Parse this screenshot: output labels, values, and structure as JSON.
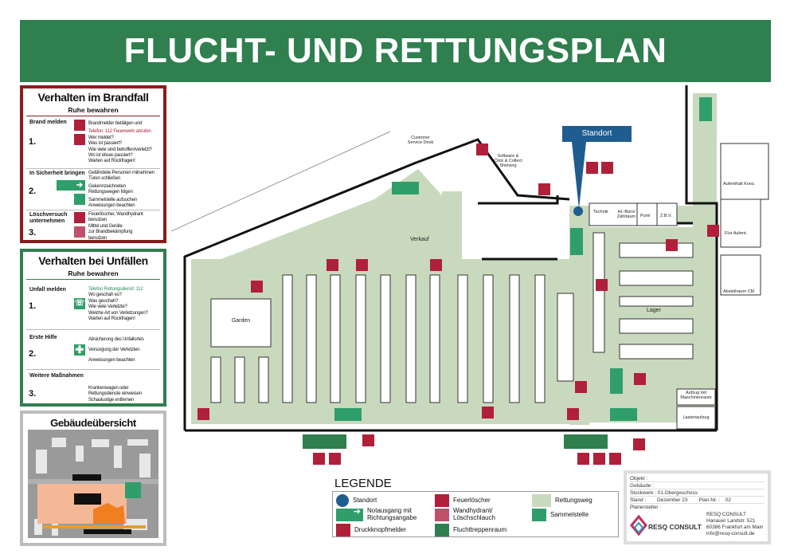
{
  "title": "FLUCHT- UND RETTUNGSPLAN",
  "brandfall": {
    "title": "Verhalten im Brandfall",
    "subtitle": "Ruhe bewahren",
    "sections": [
      {
        "num": "1.",
        "label": "Brand melden",
        "lines": [
          "Brandmelder betätigen und",
          "Telefon: 112 Feuerwehr anrufen",
          "Wer meldet?",
          "Was ist passiert?",
          "Wie viele sind betroffen/verletzt?",
          "Wo ist etwas passiert?",
          "Warten auf Rückfragen!"
        ]
      },
      {
        "num": "2.",
        "label": "In Sicherheit bringen",
        "lines": [
          "Gefährdete Personen mitnehmen",
          "Türen schließen",
          "Gekennzeichneten",
          "Rettungswegen folgen",
          "Sammelstelle aufsuchen",
          "Anweisungen beachten"
        ]
      },
      {
        "num": "3.",
        "label": "Löschversuch unternehmen",
        "lines": [
          "Feuerlöscher, Wandhydrant",
          "benutzen",
          "Mittel und Geräte",
          "zur Brandbekämpfung",
          "benutzen"
        ]
      }
    ]
  },
  "unfall": {
    "title": "Verhalten bei Unfällen",
    "subtitle": "Ruhe bewahren",
    "sections": [
      {
        "num": "1.",
        "label": "Unfall melden",
        "lines": [
          "Telefon Rettungsdienst: 112",
          "Wo geschah es?",
          "Was geschah?",
          "Wie viele Verletzte?",
          "Welche Art von Verletzungen?",
          "Warten auf Rückfragen!"
        ]
      },
      {
        "num": "2.",
        "label": "Erste Hilfe",
        "lines": [
          "Absicherung des Unfallortes",
          "Versorgung der Verletzten",
          "Anweisungen beachten"
        ]
      },
      {
        "num": "3.",
        "label": "Weitere Maßnahmen",
        "lines": [
          "Krankenwagen oder",
          "Rettungsdienste einweisen",
          "Schaulustige entfernen"
        ]
      }
    ]
  },
  "overview": {
    "title": "Gebäudeübersicht"
  },
  "map": {
    "standort": "Standort",
    "labels": {
      "customer_service": "Customer Service Desk",
      "software": "Software & Click & Collect Shelving",
      "verkauf": "Verkauf",
      "garden": "Garden",
      "lager": "Lager",
      "technik": "Technik",
      "hl_buero": "HL-Büro/ Zählraum",
      "pumi": "Pumi",
      "zbv": "Z.B.V.",
      "aufenthalt": "Aufenthalt Konz.",
      "flur": "Flur Aufent.",
      "abstell": "Abstellraum CM",
      "aufzug": "Aufzug mit Maschinenraum",
      "lastenaufzug": "Lastenaufzug"
    }
  },
  "legend": {
    "title": "LEGENDE",
    "items": {
      "standort": "Standort",
      "notausgang": "Notausgang mit Richtungsangabe",
      "druckknopf": "Druckknopfmelder",
      "feuerloescher": "Feuerlöscher",
      "wandhydrant": "Wandhydrant/ Löschschlauch",
      "fluchttreppe": "Fluchttreppenraum",
      "rettungsweg": "Rettungsweg",
      "sammelstelle": "Sammelstelle"
    }
  },
  "info": {
    "objekt": "Objekt :",
    "gebaeude": "Gebäude :",
    "stockwerk": "Stockwerk : 01.Obergeschoss",
    "stand_label": "Stand :",
    "stand": "Dezember 23",
    "plan_label": "Plan-Nr. :",
    "plan": "02",
    "planersteller": "Planersteller :",
    "logo": "RESQ CONSULT",
    "company": "RESQ CONSULT",
    "street": "Hanauer Landstr. 521",
    "city": "60386 Frankfurt am Main",
    "email": "info@resq-consult.de"
  },
  "colors": {
    "green": "#2f7f4f",
    "red": "#b0203a",
    "route": "#c9d9be",
    "standort": "#1f5c8f",
    "stairs": "#2f7f4f"
  }
}
